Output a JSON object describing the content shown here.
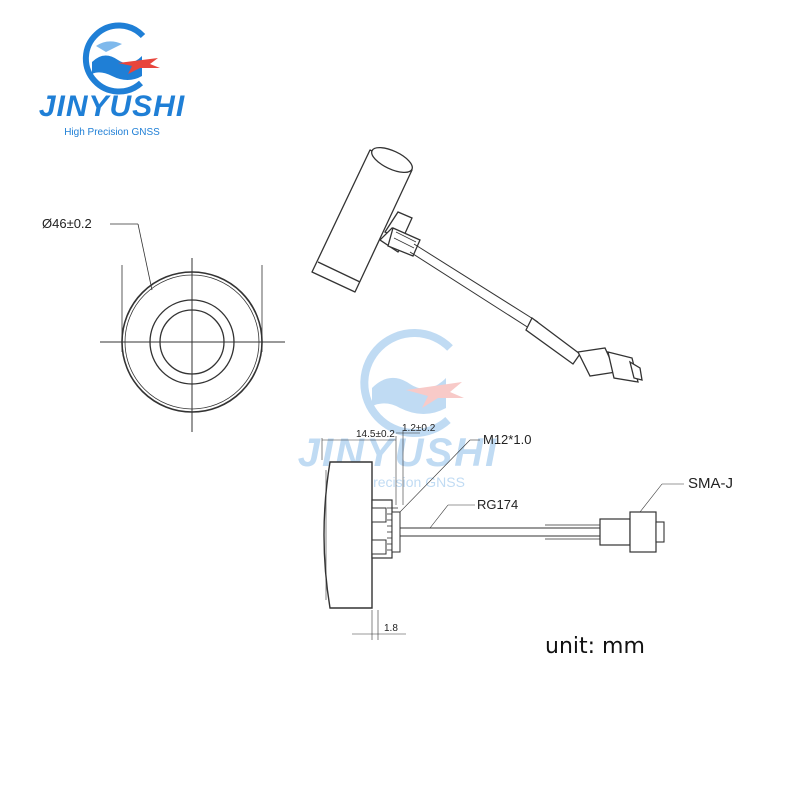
{
  "logo": {
    "name": "JINYUSHI",
    "tagline": "High Precision GNSS",
    "brand_color": "#1f7fd6",
    "plane_color": "#e8453c"
  },
  "watermark": {
    "name": "JINYUSHI",
    "tagline": "High Precision GNSS"
  },
  "dimensions": {
    "diameter": "Ø46±0.2",
    "height": "14.5±0.2",
    "nut_width": "1.2±0.2",
    "thread": "M12*1.0",
    "cable": "RG174",
    "connector": "SMA-J",
    "base": "1.8"
  },
  "unit_label": "unit: mm"
}
